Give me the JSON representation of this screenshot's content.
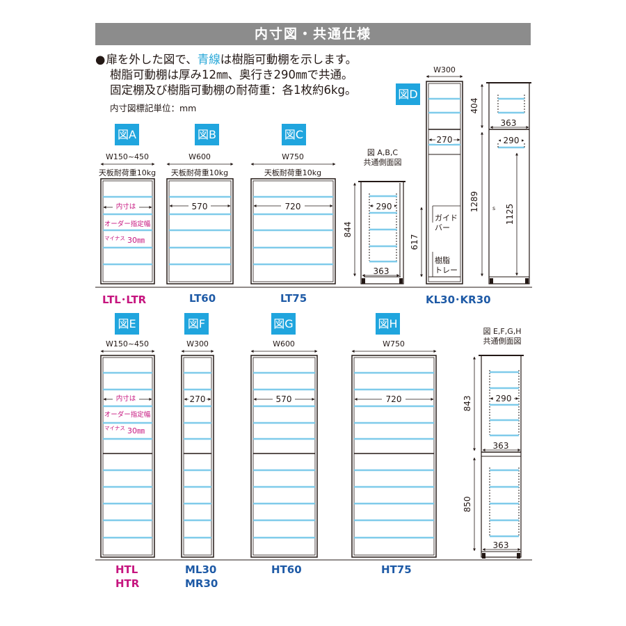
{
  "header": {
    "title": "内寸図・共通仕様"
  },
  "notes": {
    "line1_bullet": "●",
    "line1_pre": "扉を外した図で、",
    "line1_blue": "青線",
    "line1_post": "は樹脂可動棚を示します。",
    "line2": "樹脂可動棚は厚み12㎜、奥行き290㎜で共通。",
    "line3": "固定棚及び樹脂可動棚の耐荷重：各1枚約6kg。",
    "unit": "内寸図標記単位：mm"
  },
  "figures": {
    "a": {
      "badge": "図A",
      "width": "W150~450",
      "load": "天板耐荷重10kg",
      "inner": "内寸は",
      "order": "オーダー指定幅",
      "minus_label": "マイナス",
      "minus_value": "30㎜",
      "model": "LTL･LTR"
    },
    "b": {
      "badge": "図B",
      "width": "W600",
      "load": "天板耐荷重10kg",
      "inner": "570",
      "model": "LT60"
    },
    "c": {
      "badge": "図C",
      "width": "W750",
      "load": "天板耐荷重10kg",
      "inner": "720",
      "model": "LT75"
    },
    "abc_side": {
      "title_line1": "図 A,B,C",
      "title_line2": "共通側面図",
      "shelf_depth": "290",
      "depth": "363",
      "height": "844"
    },
    "d": {
      "badge": "図D",
      "width": "W300",
      "inner": "270",
      "guide_bar": "ガイド\nバー",
      "tray": "樹脂\nトレー",
      "lower_height": "617",
      "upper_height": "404",
      "total_height": "1289",
      "shelf_height": "1125",
      "top_depth": "363",
      "shelf_depth": "290",
      "model": "KL30･KR30",
      "marker": "s"
    },
    "e": {
      "badge": "図E",
      "width": "W150~450",
      "inner": "内寸は",
      "order": "オーダー指定幅",
      "minus_label": "マイナス",
      "minus_value": "30㎜",
      "model_line1": "HTL",
      "model_line2": "HTR"
    },
    "f": {
      "badge": "図F",
      "width": "W300",
      "inner": "270",
      "model_line1": "ML30",
      "model_line2": "MR30"
    },
    "g": {
      "badge": "図G",
      "width": "W600",
      "inner": "570",
      "model": "HT60"
    },
    "h": {
      "badge": "図H",
      "width": "W750",
      "inner": "720",
      "model": "HT75"
    },
    "efgh_side": {
      "title_line1": "図 E,F,G,H",
      "title_line2": "共通側面図",
      "upper_height": "843",
      "lower_height": "850",
      "shelf_depth": "290",
      "upper_depth": "363",
      "lower_depth": "363"
    }
  },
  "colors": {
    "shelf": "#7fcbea",
    "badge": "#20a5de",
    "magenta": "#c6157f",
    "navy": "#1e5aa6",
    "header": "#8c8c8c"
  }
}
